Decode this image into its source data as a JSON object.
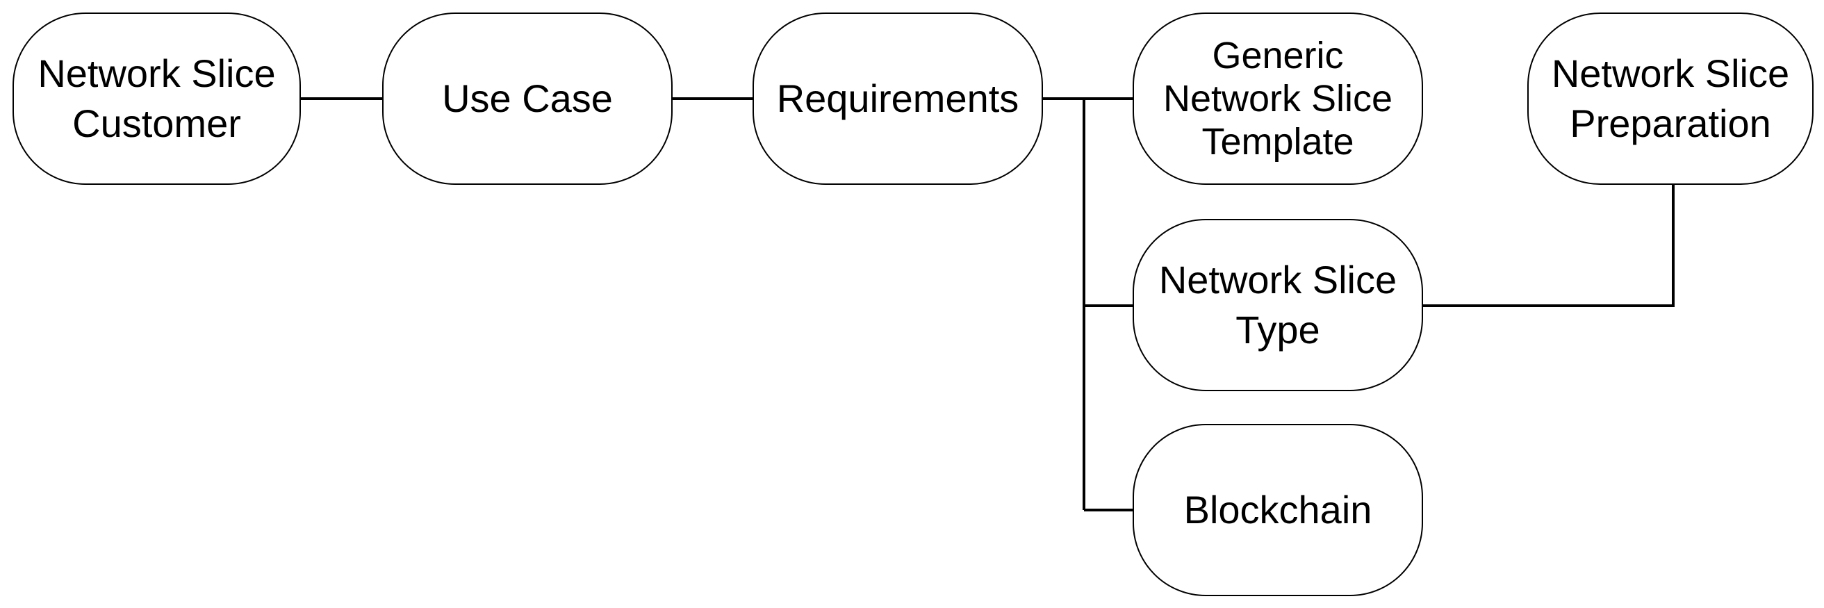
{
  "nodes": {
    "customer": [
      "Network Slice",
      "Customer"
    ],
    "use_case": [
      "Use Case"
    ],
    "requirements": [
      "Requirements"
    ],
    "generic_template": [
      "Generic",
      "Network Slice",
      "Template"
    ],
    "preparation": [
      "Network Slice",
      "Preparation"
    ],
    "slice_type": [
      "Network Slice",
      "Type"
    ],
    "blockchain": [
      "Blockchain"
    ]
  }
}
